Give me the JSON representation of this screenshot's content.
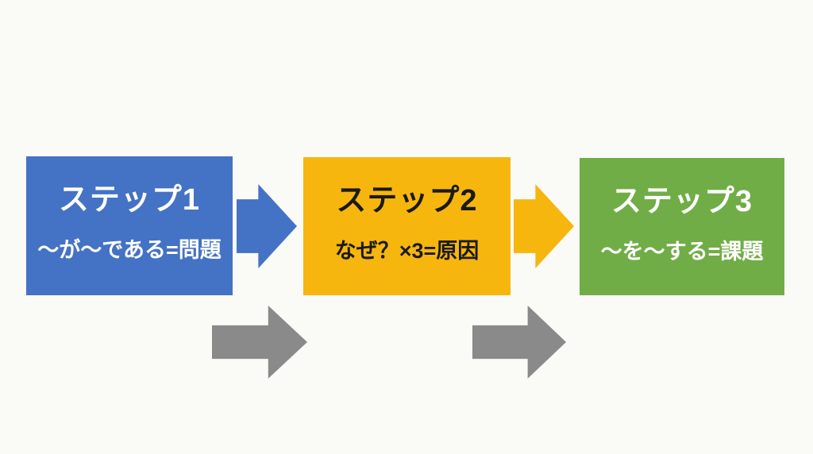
{
  "canvas": {
    "background": "#FAFAF7"
  },
  "steps": [
    {
      "title": "ステップ1",
      "subtitle": "〜が〜である=問題",
      "bg": "#4472C4",
      "text_color": "#FFFFFF"
    },
    {
      "title": "ステップ2",
      "subtitle": "なぜ？×3=原因",
      "bg": "#F7B60E",
      "text_color": "#1A1A1A"
    },
    {
      "title": "ステップ3",
      "subtitle": "〜を〜する=課題",
      "bg": "#70AD47",
      "text_color": "#FFFFFF"
    }
  ],
  "connectors": [
    {
      "name": "arrow-step1-to-step2",
      "color": "#4472C4"
    },
    {
      "name": "arrow-step2-to-step3",
      "color": "#F7B60E"
    }
  ],
  "flow_arrows": [
    {
      "name": "gray-flow-arrow-1",
      "color": "#8A8A8A"
    },
    {
      "name": "gray-flow-arrow-2",
      "color": "#8A8A8A"
    }
  ]
}
